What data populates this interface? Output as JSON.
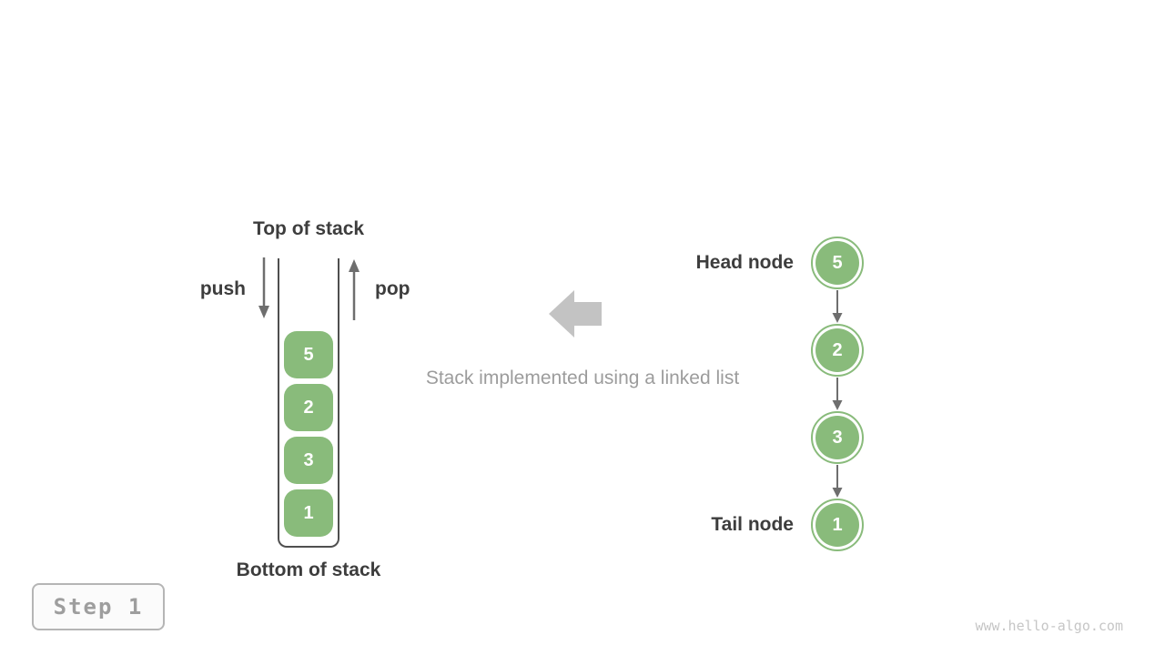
{
  "palette": {
    "green": "#89bb7b",
    "dark_text": "#3d3d3d",
    "arrow_gray": "#6e6e6e",
    "block_arrow_gray": "#c3c3c3",
    "caption_gray": "#9c9c9c",
    "border_gray": "#4f4f4f",
    "badge_border": "#b5b5b5",
    "badge_text": "#9e9e9e",
    "watermark_gray": "#c6c6c6"
  },
  "stack": {
    "top_label": "Top of stack",
    "bottom_label": "Bottom of stack",
    "push_label": "push",
    "pop_label": "pop",
    "values": [
      "5",
      "2",
      "3",
      "1"
    ]
  },
  "caption": "Stack implemented using a linked list",
  "linked_list": {
    "head_label": "Head node",
    "tail_label": "Tail node",
    "nodes": [
      "5",
      "2",
      "3",
      "1"
    ]
  },
  "step_badge": "Step 1",
  "watermark": "www.hello-algo.com"
}
